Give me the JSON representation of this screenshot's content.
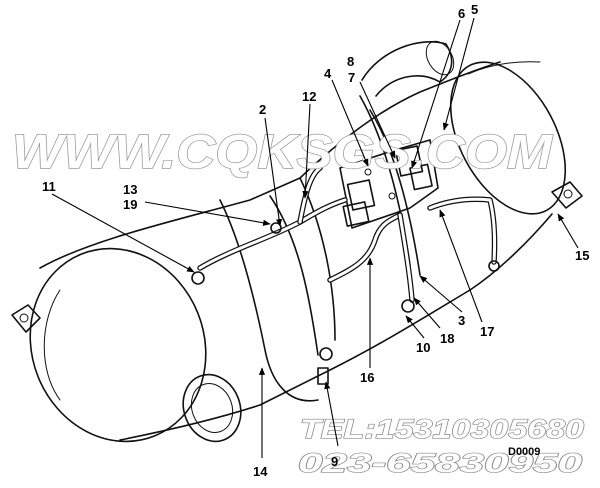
{
  "figure": {
    "callouts": [
      {
        "id": "c2",
        "label": "2"
      },
      {
        "id": "c3",
        "label": "3"
      },
      {
        "id": "c4",
        "label": "4"
      },
      {
        "id": "c5",
        "label": "5"
      },
      {
        "id": "c6",
        "label": "6"
      },
      {
        "id": "c7",
        "label": "7"
      },
      {
        "id": "c8",
        "label": "8"
      },
      {
        "id": "c9",
        "label": "9"
      },
      {
        "id": "c10",
        "label": "10"
      },
      {
        "id": "c11",
        "label": "11"
      },
      {
        "id": "c12",
        "label": "12"
      },
      {
        "id": "c13",
        "label": "13"
      },
      {
        "id": "c14",
        "label": "14"
      },
      {
        "id": "c15",
        "label": "15"
      },
      {
        "id": "c16",
        "label": "16"
      },
      {
        "id": "c17",
        "label": "17"
      },
      {
        "id": "c18",
        "label": "18"
      },
      {
        "id": "c19",
        "label": "19"
      }
    ],
    "figure_code": "D0009"
  },
  "watermark": {
    "site": "WWW.CQKSGS.COM",
    "phone": "TEL:15310305680",
    "landline": "023-65830950"
  },
  "colors": {
    "line": "#111111",
    "background": "#ffffff",
    "watermark_stroke": "#9a9a9a"
  }
}
